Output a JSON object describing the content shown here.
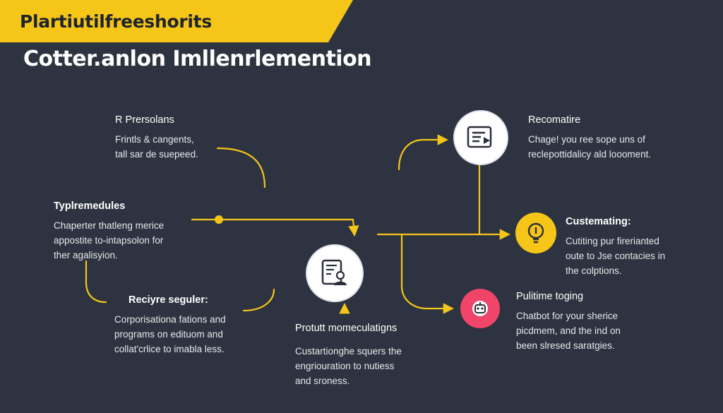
{
  "header": {
    "banner_text": "Plartiutilfreeshorits",
    "title": "Cotter.anlon Imllenrlemention"
  },
  "blocks": {
    "personas": {
      "heading": "R Prersolans",
      "lines": [
        "Frintls & cangents,",
        "tall sar de suepeed."
      ]
    },
    "typremedules": {
      "heading": "Typlremedules",
      "lines": [
        "Chaperter thatleng merice",
        "appostite to-intapsolon for",
        "ther agalisyion."
      ]
    },
    "recipe": {
      "heading": "Reciyre seguler:",
      "lines": [
        "Corporisationa fations and",
        "programs on edituom and",
        "collat'crlice to imabla less."
      ]
    },
    "product": {
      "heading": "Protutt momeculatigns",
      "lines": [
        "Custartionghe squers the",
        "engriouration to nutiess",
        "and sroness."
      ]
    },
    "recomatire": {
      "heading": "Recomatire",
      "lines": [
        "Chage! you ree sope uns of",
        "reclepottidalicy ald loooment."
      ]
    },
    "customating": {
      "heading": "Custemating:",
      "lines": [
        "Cutiting pur firerianted",
        "oute to Jse contacies in",
        "the colptions."
      ]
    },
    "pulitime": {
      "heading": "Pulitime toging",
      "lines": [
        "Chatbot for your sherice",
        "picdmem, and the ind on",
        "been slresed saratgies."
      ]
    }
  },
  "icons": {
    "document_play": "document-play-icon",
    "document_user": "document-user-icon",
    "lightbulb": "lightbulb-icon",
    "robot": "robot-icon"
  },
  "colors": {
    "background": "#2d3340",
    "accent_yellow": "#f5c518",
    "accent_red": "#f04469",
    "node_white": "#ffffff"
  }
}
